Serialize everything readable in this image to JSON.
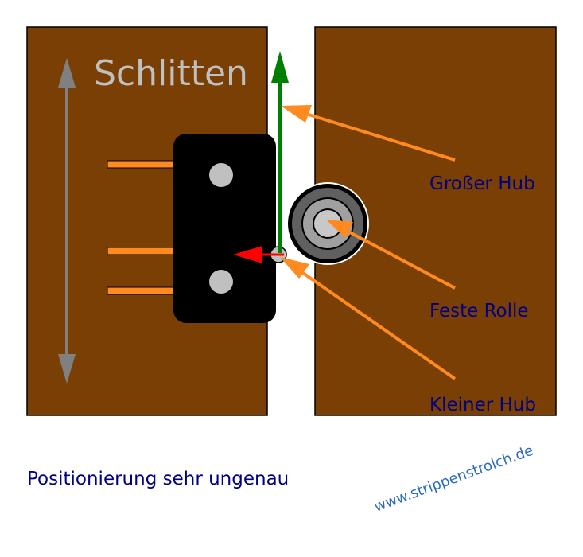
{
  "title": "Schlitten",
  "labels": {
    "large_stroke": "Großer Hub",
    "fixed_roller": "Feste Rolle",
    "small_stroke": "Kleiner Hub"
  },
  "caption": "Positionierung sehr ungenau",
  "watermark": "www.strippenstrolch.de",
  "colors": {
    "wood": "#7a3f05",
    "switch": "#000000",
    "pins": "#ff8a1f",
    "pointer": "#ff8a1f",
    "double_arrow": "#808080",
    "green_arrow": "#008000",
    "red_arrow": "#ff0000",
    "label_text": "#000080",
    "title_text": "#c0c0c0",
    "watermark_text": "#2a6bbf"
  }
}
